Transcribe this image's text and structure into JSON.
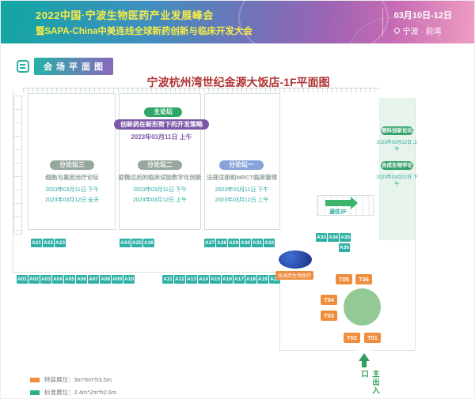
{
  "colors": {
    "teal": "#2ab3a8",
    "purple": "#7a57a8",
    "green": "#2fa566",
    "blue_badge": "#86a2d8",
    "gray_badge": "#96a79e",
    "booth_teal": "#2fb0a6",
    "booth_orange": "#ef8d3d",
    "title_red": "#b23333",
    "header_yellow": "#f7ec45",
    "date_teal": "#2aa8a0",
    "entrance_green": "#2f9e5e"
  },
  "header": {
    "line1": "2022中国·宁波生物医药产业发展峰会",
    "line2": "暨SAPA-China中美连线全球新药创新与临床开发大会",
    "date": "03月10日-12日",
    "location": "宁波 · 前湾"
  },
  "section": {
    "badge": "会场平面图",
    "title": "宁波杭州湾世纪金源大饭店-1F平面图"
  },
  "main_forum": {
    "badge": "主论坛",
    "topic": "创新药在新形势下的开发策略",
    "time": "2023年03月11日 上午"
  },
  "forums": [
    {
      "badge": "分论坛三",
      "name": "细胞与基因治疗论坛",
      "time1": "2023年03月11日 下午",
      "time2": "2023年03月12日 全天"
    },
    {
      "badge": "分论坛二",
      "name": "疫情过后的临床试验数字化创新",
      "time1": "2023年03月11日 下午",
      "time2": "2023年03月12日 上午"
    },
    {
      "badge": "分论坛一",
      "name": "法规注册和MRCT临床管理",
      "time1": "2023年03月11日 下午",
      "time2": "2023年03月12日 上午"
    }
  ],
  "side_forums": [
    {
      "name": "眼科创新论坛",
      "time": "2023年03月12日 上午"
    },
    {
      "name": "合成生物学论坛",
      "time": "2023年03月12日 下午"
    }
  ],
  "escalator": {
    "label": "通往2F"
  },
  "booths": {
    "top_left": [
      "A21",
      "A22",
      "A23"
    ],
    "top_mid": [
      "A24",
      "A25",
      "A26"
    ],
    "top_right": [
      "A27",
      "A28",
      "A29",
      "A30",
      "A31",
      "A32"
    ],
    "right_cluster": [
      "A33",
      "A34",
      "A35"
    ],
    "right_single": "A36",
    "bottom_left": [
      "A01",
      "A02",
      "A03",
      "A04",
      "A05",
      "A06",
      "A07",
      "A08",
      "A09",
      "A10"
    ],
    "bottom_right": [
      "A11",
      "A12",
      "A13",
      "A14",
      "A15",
      "A16",
      "A17",
      "A18",
      "A19",
      "A20"
    ]
  },
  "tables": {
    "labels": [
      "T01",
      "T02",
      "T03",
      "T04",
      "T05",
      "T06"
    ]
  },
  "sponsor": {
    "label": "美迪西生物医药"
  },
  "entrance": {
    "label": "主出入口"
  },
  "legend": [
    {
      "label": "特装展位：3m*6m*h3.5m",
      "color": "#ef8d3d"
    },
    {
      "label": "标准展位：2.4m*2m*h2.6m",
      "color": "#2fb08a"
    }
  ]
}
